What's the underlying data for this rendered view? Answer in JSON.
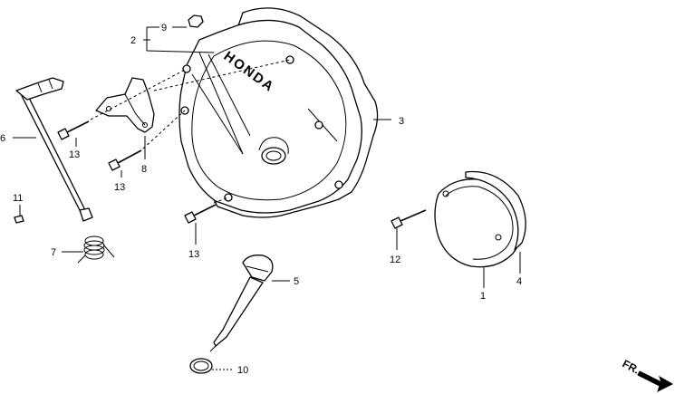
{
  "brand_text": "HONDA",
  "direction_label": "FR.",
  "callouts": {
    "c1": "1",
    "c2": "2",
    "c3": "3",
    "c4": "4",
    "c5": "5",
    "c6": "6",
    "c7": "7",
    "c8": "8",
    "c9": "9",
    "c10": "10",
    "c11": "11",
    "c12": "12",
    "c13a": "13",
    "c13b": "13",
    "c13c": "13"
  }
}
